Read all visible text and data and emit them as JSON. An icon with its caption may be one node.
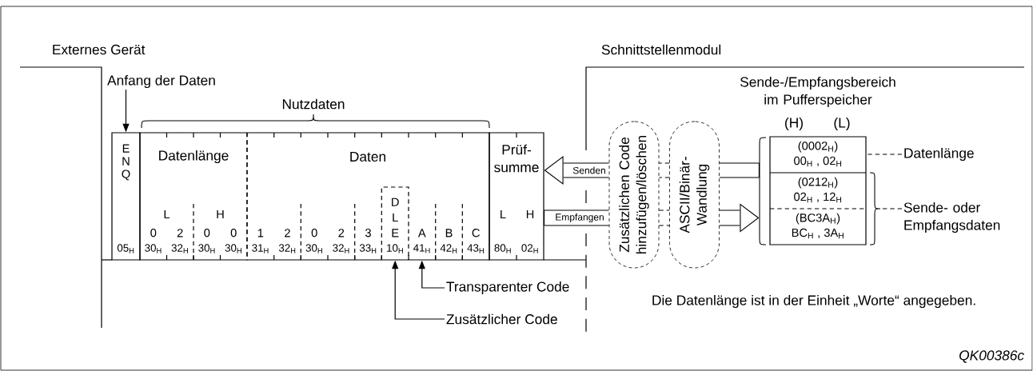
{
  "diagram": {
    "nodes": [
      {
        "text": [
          "Anfang der Daten"
        ]
      },
      {
        "text": [
          "E N Q",
          "05$_{H}$"
        ]
      },
      {
        "text": [
          "Datenlänge",
          "L",
          "H"
        ]
      },
      {
        "text": [
          "0",
          "30$_{H}$"
        ],
        "in": 2
      },
      {
        "text": [
          "2",
          "32$_{H}$"
        ],
        "in": 2
      },
      {
        "text": [
          "0",
          "30$_{H}$"
        ],
        "in": 2
      },
      {
        "text": [
          "0",
          "30$_{H}$"
        ],
        "in": 2
      },
      {
        "text": [
          "Daten"
        ]
      },
      {
        "text": [
          "1",
          "31$_{H}$"
        ],
        "in": 7
      },
      {
        "text": [
          "2",
          "32$_{H}$"
        ],
        "in": 7
      },
      {
        "text": [
          "0",
          "30$_{H}$"
        ],
        "in": 7
      },
      {
        "text": [
          "2",
          "32$_{H}$"
        ],
        "in": 7
      },
      {
        "text": [
          "3",
          "33$_{H}$"
        ],
        "in": 7
      },
      {
        "text": [
          "D L E",
          "10$_{H}$"
        ],
        "in": 7
      },
      {
        "text": [
          "A",
          "41$_{H}$"
        ],
        "in": 7
      },
      {
        "text": [
          "B",
          "42$_{H}$"
        ],
        "in": 7
      },
      {
        "text": [
          "C",
          "43$_{H}$"
        ],
        "in": 7
      },
      {
        "text": [
          "Prüf- summe",
          "L",
          "H"
        ]
      },
      {
        "text": [
          "80$_{H}$"
        ],
        "in": 17
      },
      {
        "text": [
          "02$_{H}$"
        ],
        "in": 17
      },
      {
        "text": [
          "Zusätzlichen Code hinzufügen/löschen"
        ]
      },
      {
        "text": [
          "ASCII/Binär- Wandlung"
        ]
      },
      {
        "text": [
          "Sende-/Empfangsbereich im Pufferspeicher",
          "(H)",
          "(L)"
        ]
      },
      {
        "text": [
          "(0002$_{H}$)",
          "00$_{H}$ , 02$_{H}$"
        ],
        "in": 22
      },
      {
        "text": [
          "(0212$_{H}$)",
          "02$_{H}$ , 12$_{H}$"
        ],
        "in": 22
      },
      {
        "text": [
          "(BC3A$_{H}$)",
          "BC$_{H}$ , 3A$_{H}$"
        ],
        "in": 22
      },
      {
        "text": [
          "Datenlänge"
        ]
      },
      {
        "text": [
          "Sende- oder Empfangsdaten"
        ]
      },
      {
        "text": [
          "Transparenter Code"
        ]
      },
      {
        "text": [
          "Zusätzlicher Code"
        ]
      }
    ],
    "edges": [
      {
        "from": 0,
        "to": 1,
        "arrow": "to"
      },
      {
        "from": 20,
        "to": 17,
        "arrow": "to",
        "label": "Senden"
      },
      {
        "from": 17,
        "to": 20,
        "arrow": "none",
        "label": "Empfangen"
      },
      {
        "from": 21,
        "to": 20,
        "arrow": "none",
        "style": "dashed"
      },
      {
        "from": 20,
        "to": 21,
        "arrow": "none",
        "style": "dashed"
      },
      {
        "from": 22,
        "to": 21,
        "arrow": "none"
      },
      {
        "from": 21,
        "to": 22,
        "arrow": "to"
      },
      {
        "from": 26,
        "to": 23,
        "arrow": "none",
        "style": "dashed"
      },
      {
        "from": 27,
        "to": null,
        "arrow": "none",
        "style": "dashed"
      },
      {
        "from": 28,
        "to": 14,
        "arrow": "to"
      },
      {
        "from": 29,
        "to": 13,
        "arrow": "to"
      }
    ],
    "labels": [
      "Externes Gerät",
      "Schnittstellenmodul",
      "Nutzdaten",
      "Die Datenlänge ist in der Einheit „Worte“ angegeben.",
      "QK00386c"
    ]
  }
}
